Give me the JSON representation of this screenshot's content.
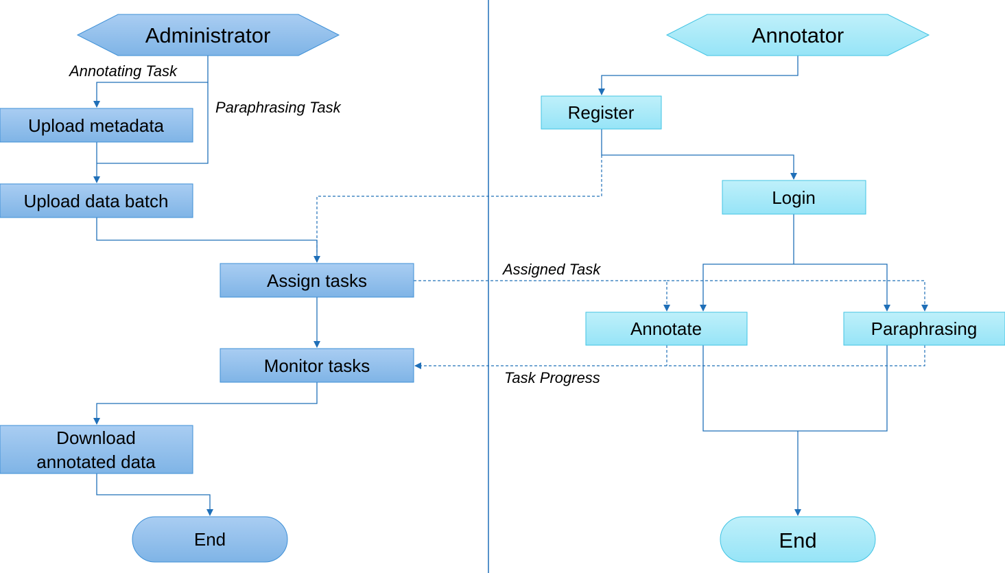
{
  "colors": {
    "admin_fill_top": "#a9cdf2",
    "admin_fill_bottom": "#7fb4e6",
    "admin_stroke": "#3d8fd6",
    "annot_fill_top": "#bff0fa",
    "annot_fill_bottom": "#96e4f7",
    "annot_stroke": "#41c3e3",
    "line": "#1f6fb8",
    "divider": "#1f6fb8"
  },
  "lanes": {
    "administrator": "Administrator",
    "annotator": "Annotator"
  },
  "nodes": {
    "upload_metadata": "Upload metadata",
    "upload_data_batch": "Upload data batch",
    "assign_tasks": "Assign tasks",
    "monitor_tasks": "Monitor tasks",
    "download_line1": "Download",
    "download_line2": "annotated data",
    "end_admin": "End",
    "register": "Register",
    "login": "Login",
    "annotate": "Annotate",
    "paraphrasing": "Paraphrasing",
    "end_annotator": "End"
  },
  "edge_labels": {
    "annotating_task": "Annotating Task",
    "paraphrasing_task": "Paraphrasing Task",
    "assigned_task": "Assigned Task",
    "task_progress": "Task Progress"
  }
}
